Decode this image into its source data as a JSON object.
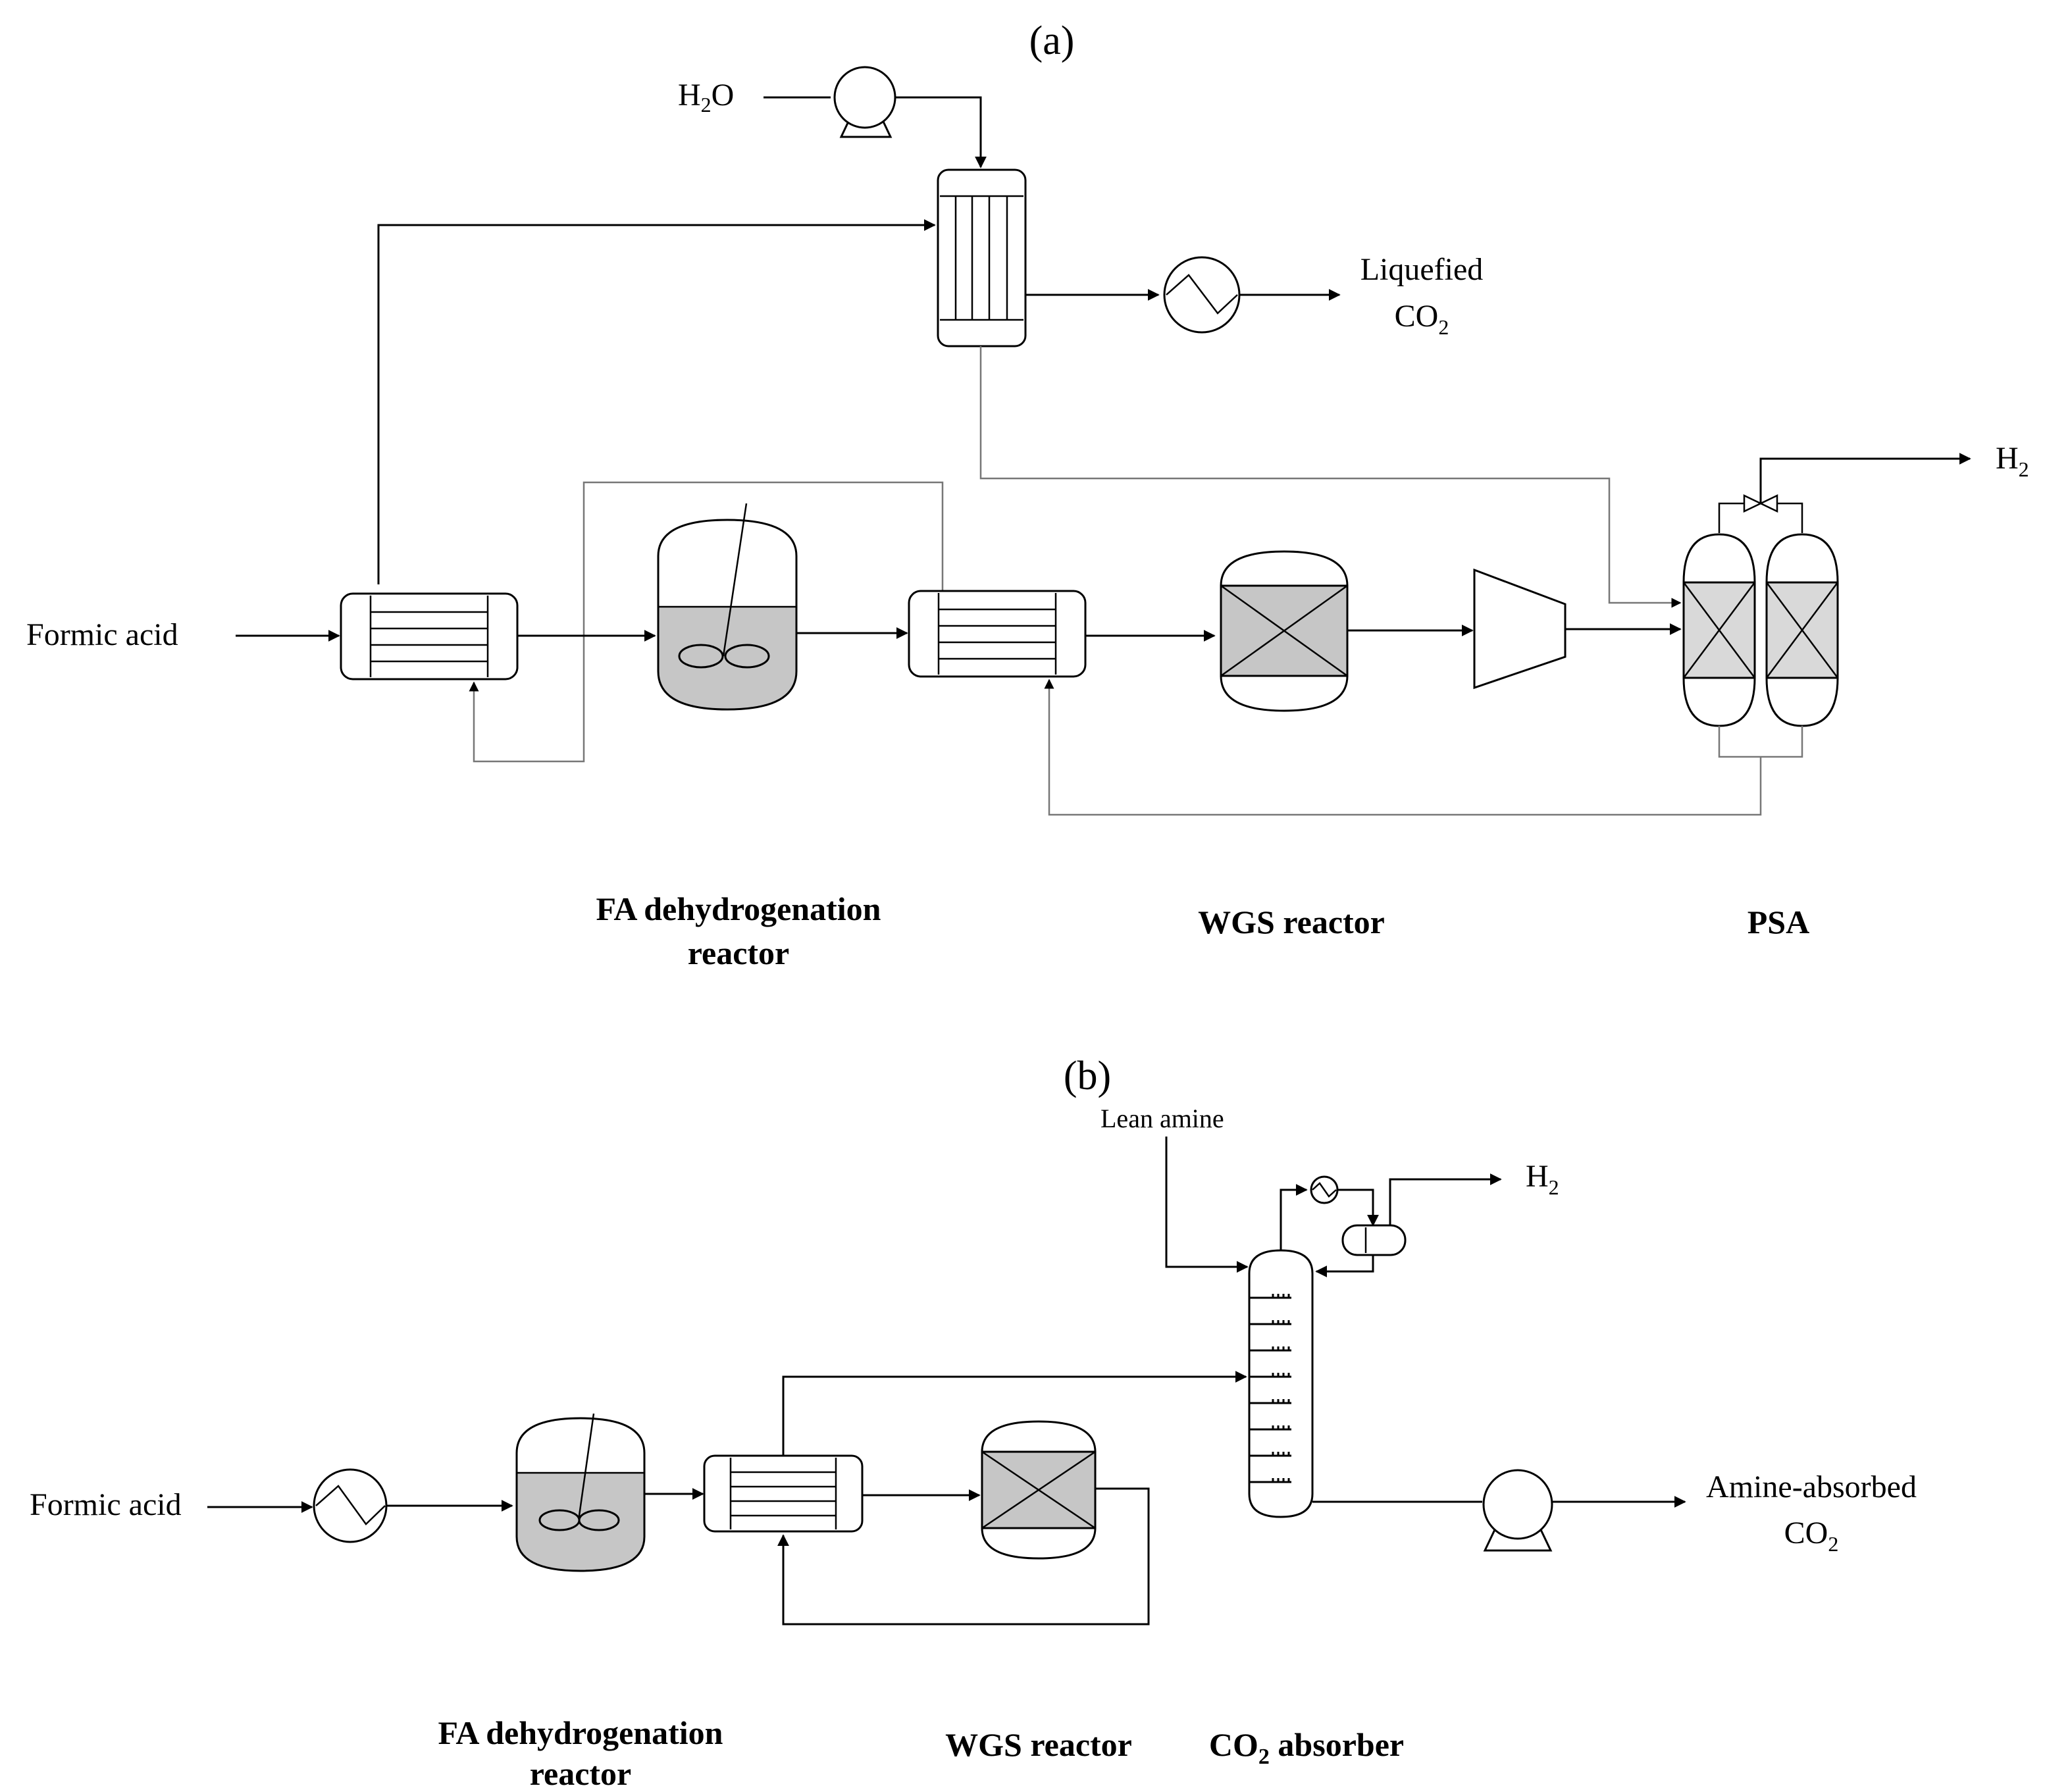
{
  "panel_a": {
    "label": "(a)",
    "streams": {
      "water": "H",
      "water_sub": "2",
      "water_tail": "O",
      "feed": "Formic acid",
      "co2_line1": "Liquefied",
      "co2_line2": "CO",
      "co2_sub": "2",
      "h2": "H",
      "h2_sub": "2"
    },
    "units": {
      "reactor_line1": "FA dehydrogenation",
      "reactor_line2": "reactor",
      "wgs": "WGS reactor",
      "psa": "PSA"
    }
  },
  "panel_b": {
    "label": "(b)",
    "streams": {
      "lean_amine": "Lean amine",
      "h2": "H",
      "h2_sub": "2",
      "feed": "Formic acid",
      "product_line1": "Amine-absorbed",
      "product_line2": "CO",
      "product_sub": "2"
    },
    "units": {
      "reactor_line1": "FA dehydrogenation",
      "reactor_line2": "reactor",
      "wgs": "WGS reactor",
      "absorber": "CO",
      "absorber_sub": "2",
      "absorber_tail": " absorber"
    }
  }
}
